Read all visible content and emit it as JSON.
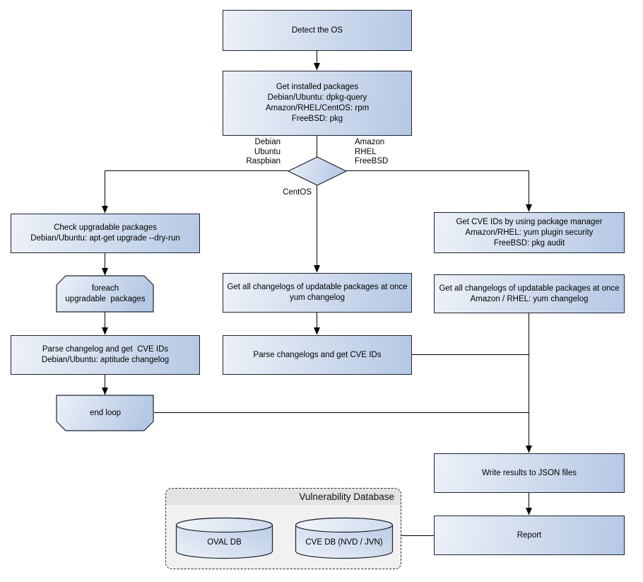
{
  "nodes": {
    "detect_os": "Detect the OS",
    "get_installed_packages": "Get installed packages\nDebian/Ubuntu: dpkg-query\nAmazon/RHEL/CentOS: rpm\nFreeBSD: pkg",
    "check_upgradable": "Check upgradable packages\nDebian/Ubuntu: apt-get upgrade --dry-run",
    "foreach_loop": "foreach\nupgradable  packages",
    "parse_changelog_debian": "Parse changelog and get  CVE IDs\nDebian/Ubuntu: aptitude changelog",
    "end_loop": "end loop",
    "get_changelogs_centos": "Get all changelogs of updatable packages at once\nyum changelog",
    "parse_changelogs_centos": "Parse changelogs and get CVE IDs",
    "get_cve_ids_pkg_manager": "Get CVE IDs by using package manager\nAmazon/RHEL: yum plugin security\nFreeBSD: pkg audit",
    "get_changelogs_amazon": "Get all changelogs of updatable packages at once\nAmazon / RHEL: yum changelog",
    "write_results": "Write results to JSON files",
    "report": "Report"
  },
  "branch_labels": {
    "debian_branch": "Debian\nUbuntu\nRaspbian",
    "amazon_branch": "Amazon\nRHEL\nFreeBSD",
    "centos_branch": "CentOS"
  },
  "database": {
    "title": "Vulnerability Database",
    "cylinders": [
      "OVAL DB",
      "CVE DB (NVD / JVN)"
    ]
  },
  "colors": {
    "node_fill_light": "#edf1f8",
    "node_fill_dark": "#b5c8e4",
    "node_border": "#1c2430",
    "connector": "#000000",
    "panel_fill": "#f1f1f1",
    "panel_header_fill": "#e3e3e3"
  }
}
